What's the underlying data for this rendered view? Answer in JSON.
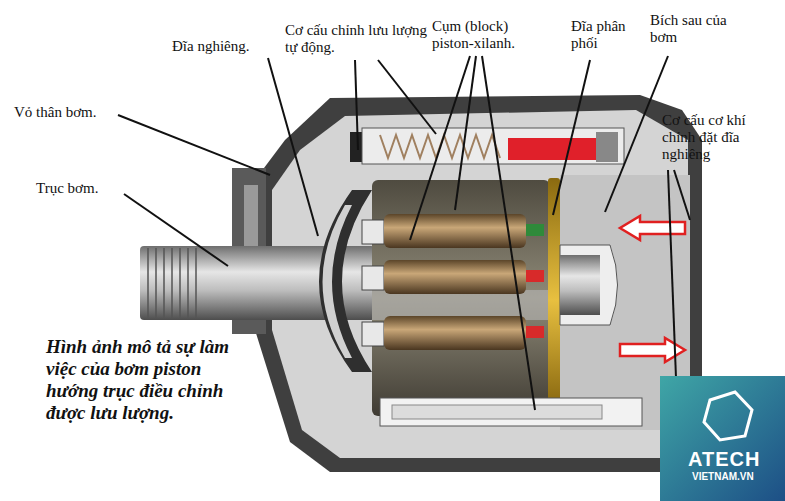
{
  "diagram": {
    "caption": "Hình ảnh mô tả sự làm việc của bơm piston hướng trục điều chỉnh được lưu lượng.",
    "labels": [
      "Đĩa nghiêng.",
      "Cơ cấu chỉnh lưu lượng tự động.",
      "Cụm (block) piston-xilanh.",
      "Đĩa phân phối",
      "Bích sau của bơm",
      "Vỏ thân bơm.",
      "Trục bơm.",
      "Cơ cấu cơ khí chỉnh đặt đĩa nghiêng",
      "ATECH",
      "VIETNAM.VN"
    ]
  }
}
